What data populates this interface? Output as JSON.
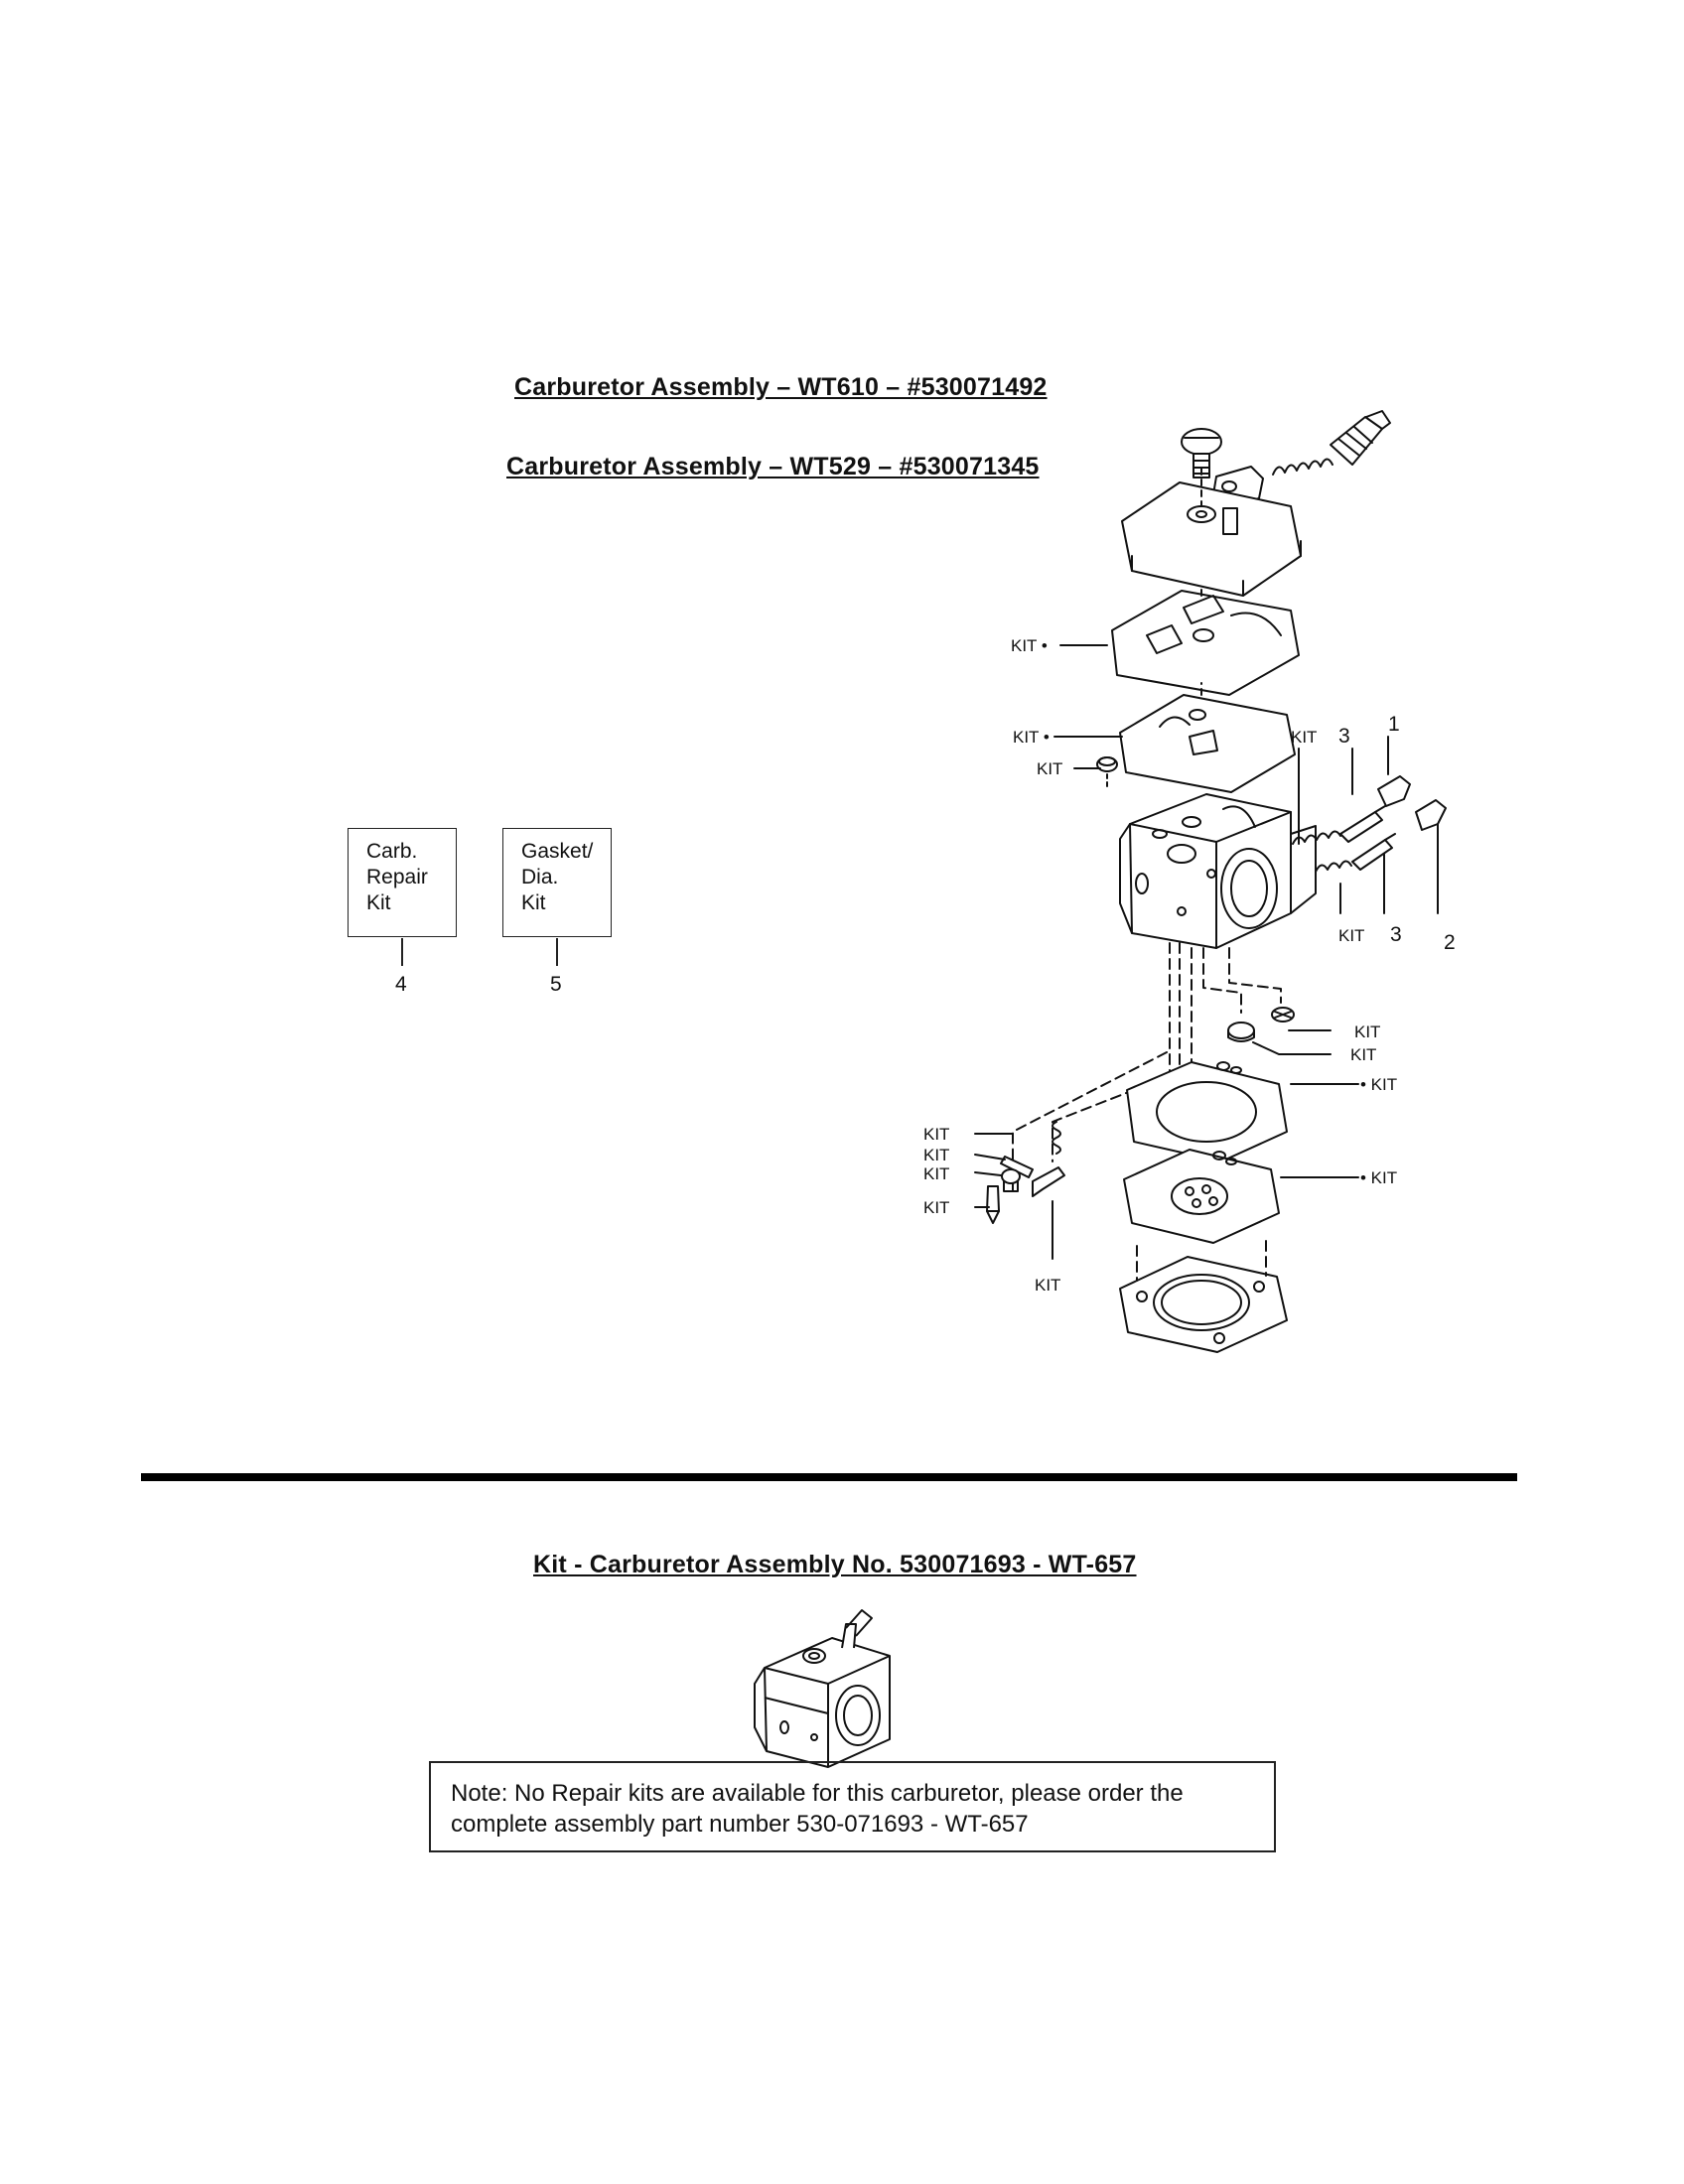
{
  "titles": {
    "assembly_wt610": "Carburetor Assembly  –  WT610  –  #530071492",
    "assembly_wt529": "Carburetor Assembly  –  WT529  –  #530071345",
    "kit_wt657": "Kit - Carburetor Assembly No. 530071693 - WT-657"
  },
  "kit_boxes": [
    {
      "lines": [
        "Carb.",
        "Repair",
        "Kit"
      ],
      "number": "4"
    },
    {
      "lines": [
        "Gasket/",
        "Dia.",
        "Kit"
      ],
      "number": "5"
    }
  ],
  "callouts": {
    "kit": "KIT",
    "kit_dot_left": "KIT •",
    "kit_dot_right": "• KIT",
    "number_1": "1",
    "number_2": "2",
    "number_3": "3"
  },
  "note": {
    "line1": "Note: No Repair kits are available for this carburetor, please order the",
    "line2": "complete assembly part number 530-071693 - WT-657"
  }
}
